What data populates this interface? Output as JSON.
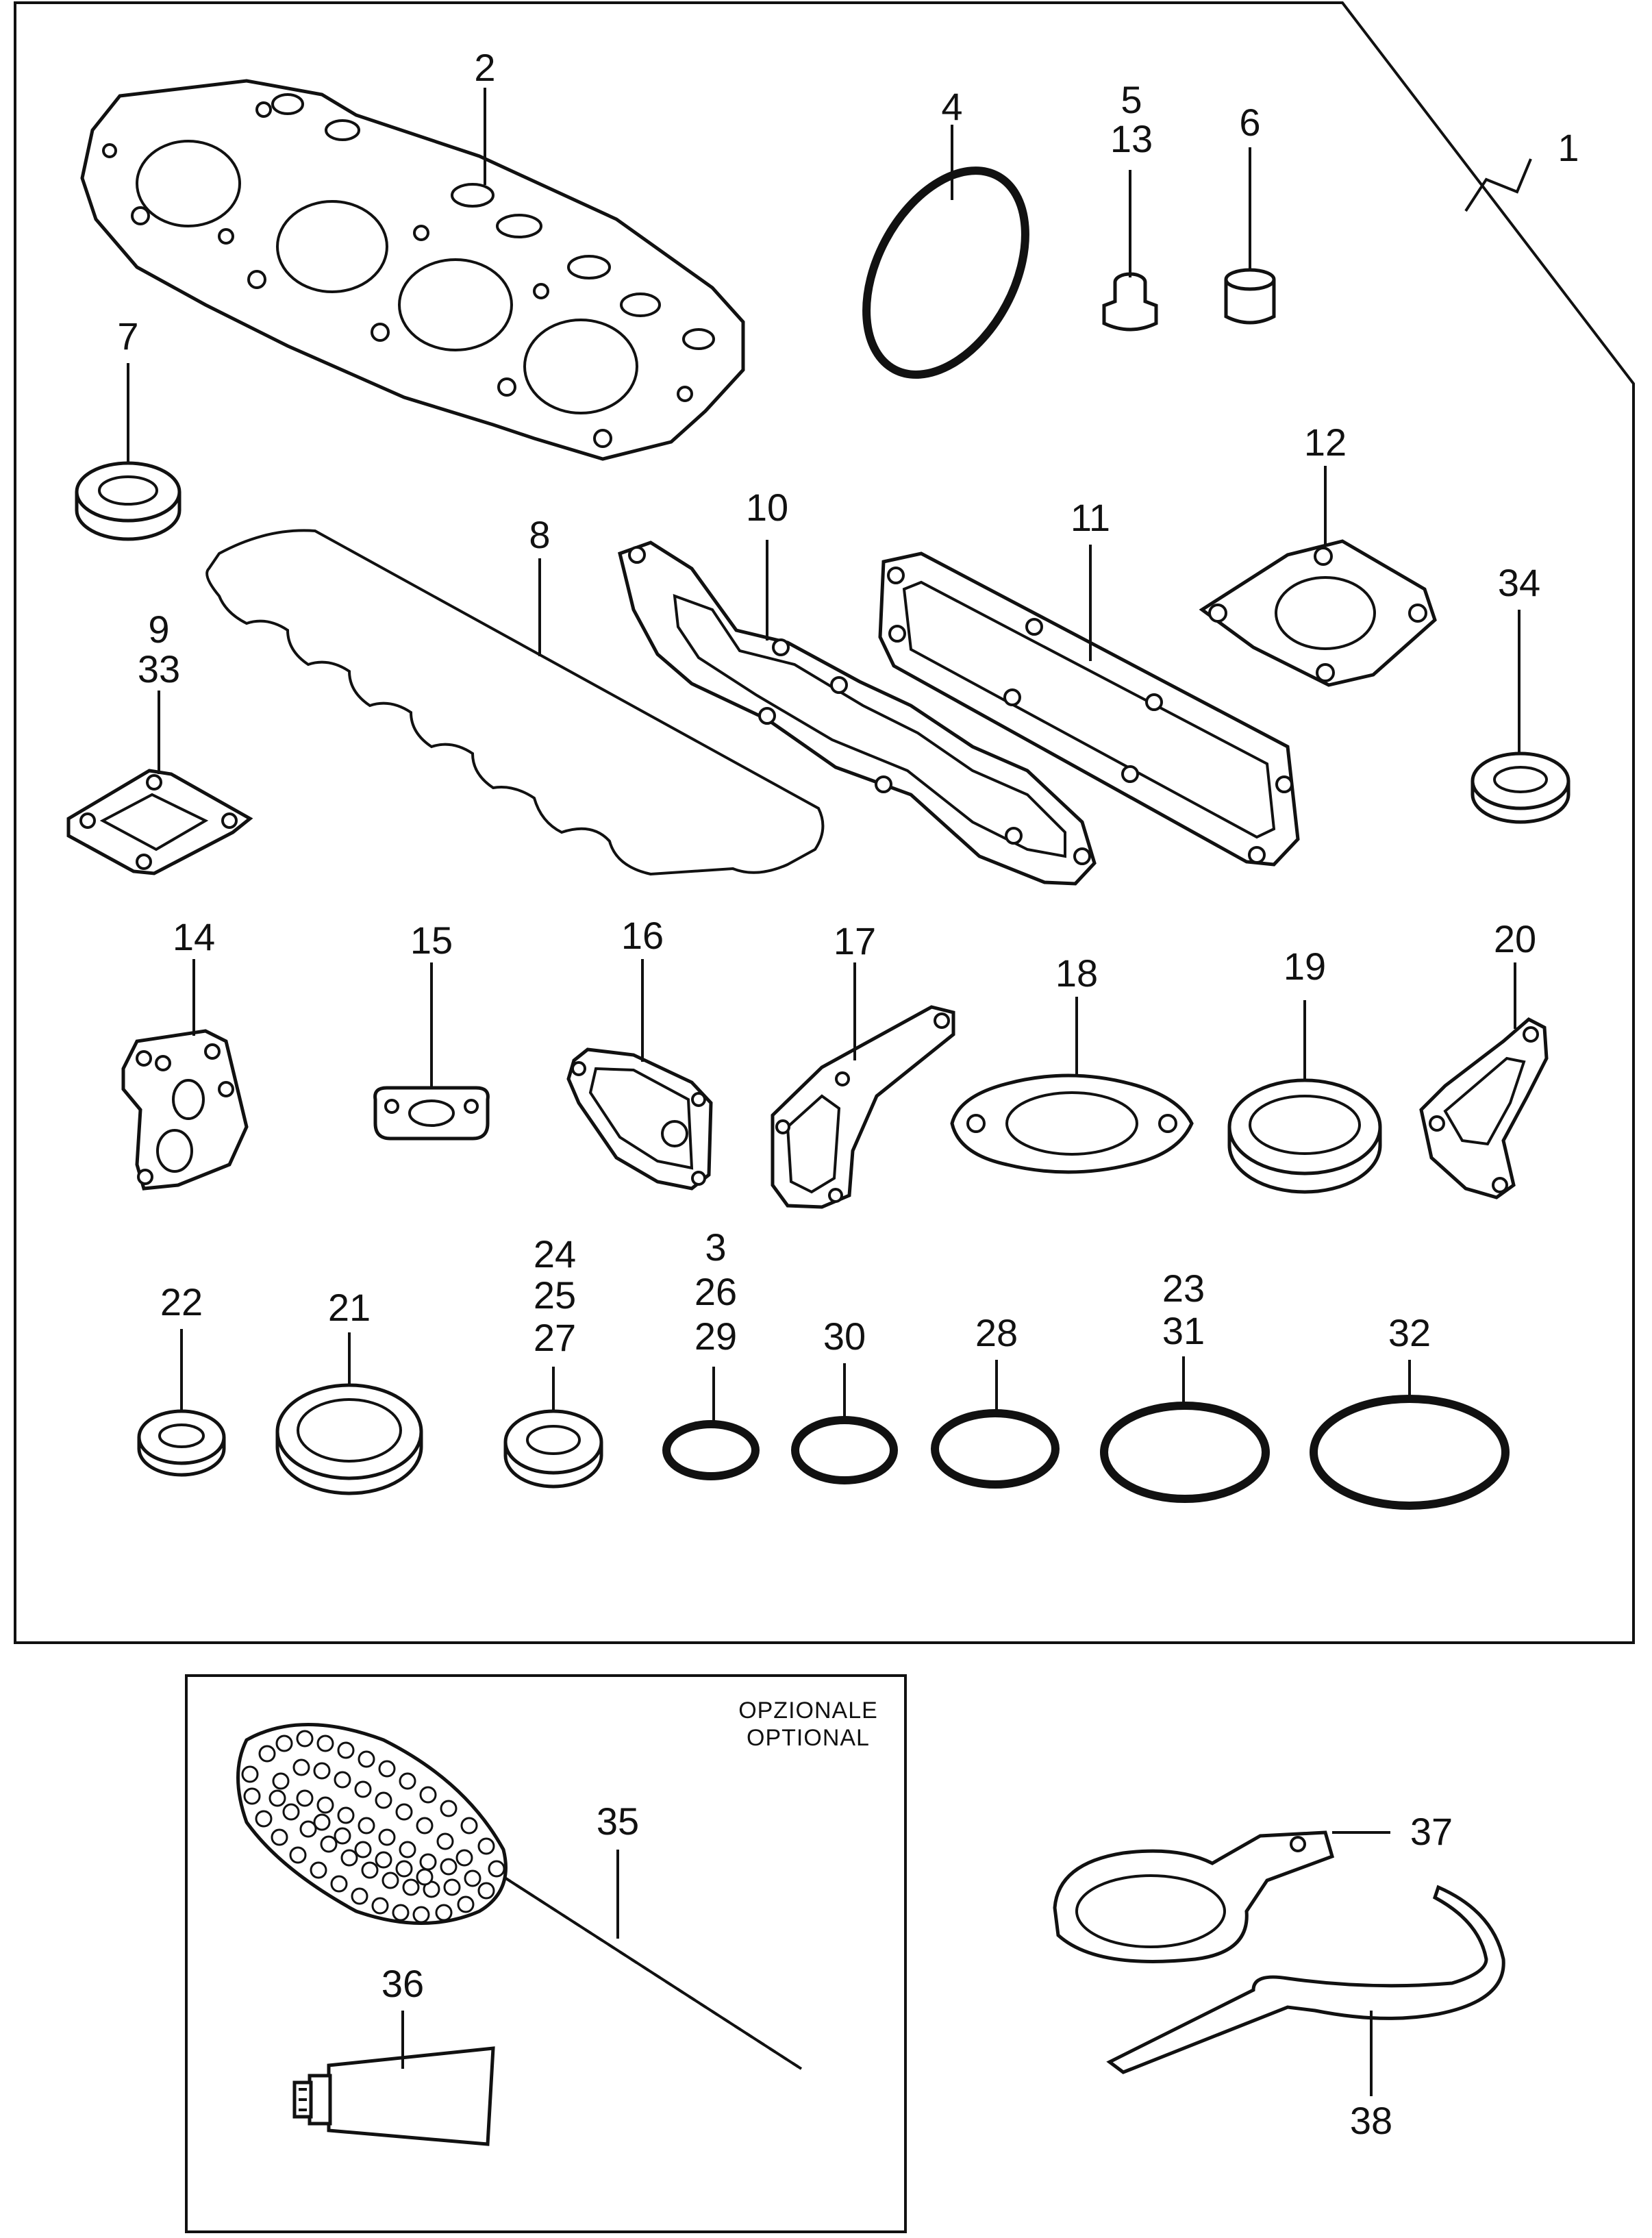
{
  "labels": {
    "l1": "1",
    "l2": "2",
    "l4": "4",
    "l5": "5",
    "l13": "13",
    "l6": "6",
    "l7": "7",
    "l8": "8",
    "l9": "9",
    "l33": "33",
    "l10": "10",
    "l11": "11",
    "l12": "12",
    "l34": "34",
    "l14": "14",
    "l15": "15",
    "l16": "16",
    "l17": "17",
    "l18": "18",
    "l19": "19",
    "l20": "20",
    "l22": "22",
    "l21": "21",
    "l24": "24",
    "l25": "25",
    "l27": "27",
    "l3": "3",
    "l26": "26",
    "l29": "29",
    "l30": "30",
    "l28": "28",
    "l23": "23",
    "l31": "31",
    "l32": "32",
    "l35": "35",
    "l36": "36",
    "l37": "37",
    "l38": "38"
  },
  "optional_box": {
    "line1": "OPZIONALE",
    "line2": "OPTIONAL"
  }
}
